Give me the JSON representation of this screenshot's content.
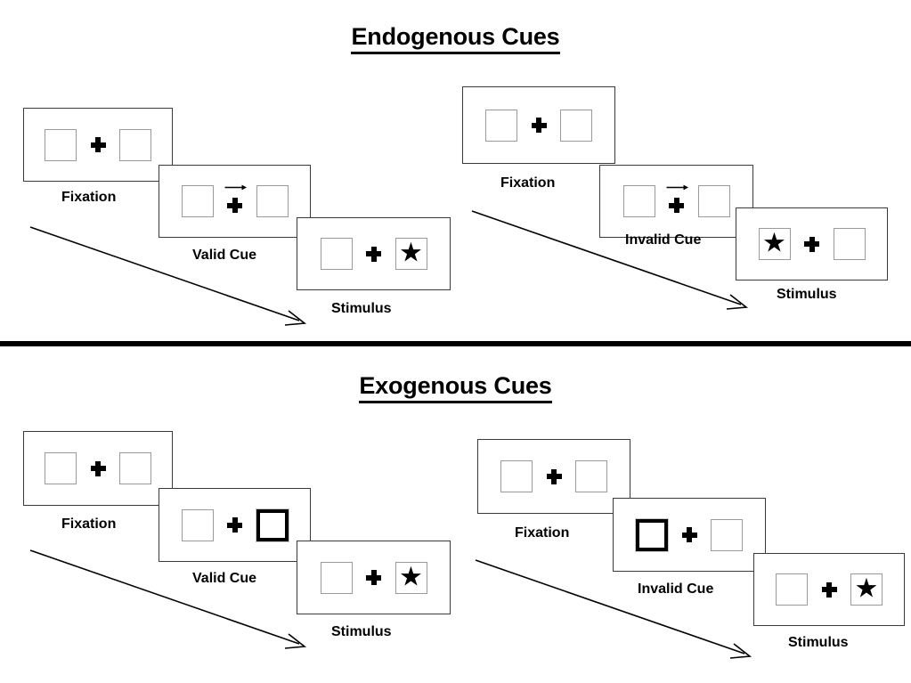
{
  "sections": [
    {
      "id": "endogenous",
      "title": "Endogenous Cues",
      "cue_type": "arrow",
      "sequences": [
        {
          "id": "endogenous-valid",
          "validity": "valid",
          "frames": [
            {
              "label": "Fixation",
              "cue": "none",
              "target": "none"
            },
            {
              "label": "Valid Cue",
              "cue": "arrow-right",
              "target": "none"
            },
            {
              "label": "Stimulus",
              "cue": "none",
              "target": "right"
            }
          ]
        },
        {
          "id": "endogenous-invalid",
          "validity": "invalid",
          "frames": [
            {
              "label": "Fixation",
              "cue": "none",
              "target": "none"
            },
            {
              "label": "Invalid Cue",
              "cue": "arrow-right",
              "target": "none"
            },
            {
              "label": "Stimulus",
              "cue": "none",
              "target": "left"
            }
          ]
        }
      ]
    },
    {
      "id": "exogenous",
      "title": "Exogenous Cues",
      "cue_type": "box-highlight",
      "sequences": [
        {
          "id": "exogenous-valid",
          "validity": "valid",
          "frames": [
            {
              "label": "Fixation",
              "cue": "none",
              "target": "none"
            },
            {
              "label": "Valid Cue",
              "cue": "box-right",
              "target": "none"
            },
            {
              "label": "Stimulus",
              "cue": "none",
              "target": "right"
            }
          ]
        },
        {
          "id": "exogenous-invalid",
          "validity": "invalid",
          "frames": [
            {
              "label": "Fixation",
              "cue": "none",
              "target": "none"
            },
            {
              "label": "Invalid Cue",
              "cue": "box-left",
              "target": "none"
            },
            {
              "label": "Stimulus",
              "cue": "none",
              "target": "right"
            }
          ]
        }
      ]
    }
  ],
  "labels": {
    "endogenous_title": "Endogenous Cues",
    "exogenous_title": "Exogenous Cues",
    "fixation": "Fixation",
    "valid_cue": "Valid Cue",
    "invalid_cue": "Invalid Cue",
    "stimulus": "Stimulus"
  },
  "glyphs": {
    "star": "★",
    "plus": "✚",
    "arrow_right": "→"
  },
  "colors": {
    "background": "#ffffff",
    "ink": "#000000",
    "panel_border": "#3a3a3a",
    "box_border": "#9a9a9a",
    "cued_box_border": "#000000",
    "divider": "#000000"
  }
}
